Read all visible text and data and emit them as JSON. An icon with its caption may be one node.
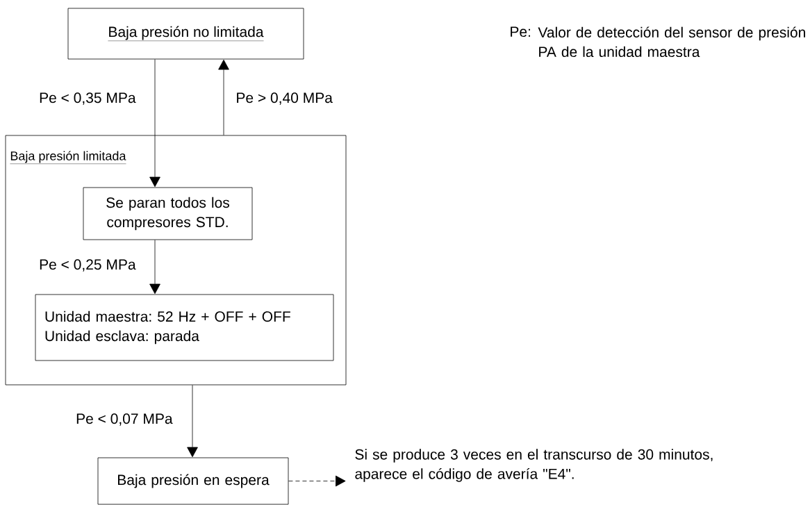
{
  "diagram": {
    "nodes": [
      {
        "text": [
          "Baja presión no limitada"
        ]
      },
      {
        "text": [
          "Baja presión limitada"
        ]
      },
      {
        "text": [
          "Se paran todos los compresores STD."
        ],
        "in": 1
      },
      {
        "text": [
          "Unidad maestra: 52 Hz + OFF + OFF",
          "Unidad esclava: parada"
        ],
        "in": 1
      },
      {
        "text": [
          "Baja presión en espera"
        ]
      },
      {
        "text": [
          "Si se produce 3 veces en el transcurso de 30 minutos, aparece el código de avería \"E4\"."
        ]
      }
    ],
    "edges": [
      {
        "from": 0,
        "to": 2,
        "arrow": "to",
        "label": "Pe < 0,35 MPa"
      },
      {
        "from": 1,
        "to": 0,
        "arrow": "to",
        "label": "Pe > 0,40 MPa"
      },
      {
        "from": 2,
        "to": 3,
        "arrow": "to",
        "label": "Pe < 0,25 MPa"
      },
      {
        "from": 1,
        "to": 4,
        "arrow": "to",
        "label": "Pe < 0,07 MPa"
      },
      {
        "from": 4,
        "to": 5,
        "arrow": "to",
        "style": "dashed"
      }
    ],
    "labels": [
      "Pe:",
      "Valor de detección del sensor de presión PA de la unidad maestra"
    ]
  }
}
